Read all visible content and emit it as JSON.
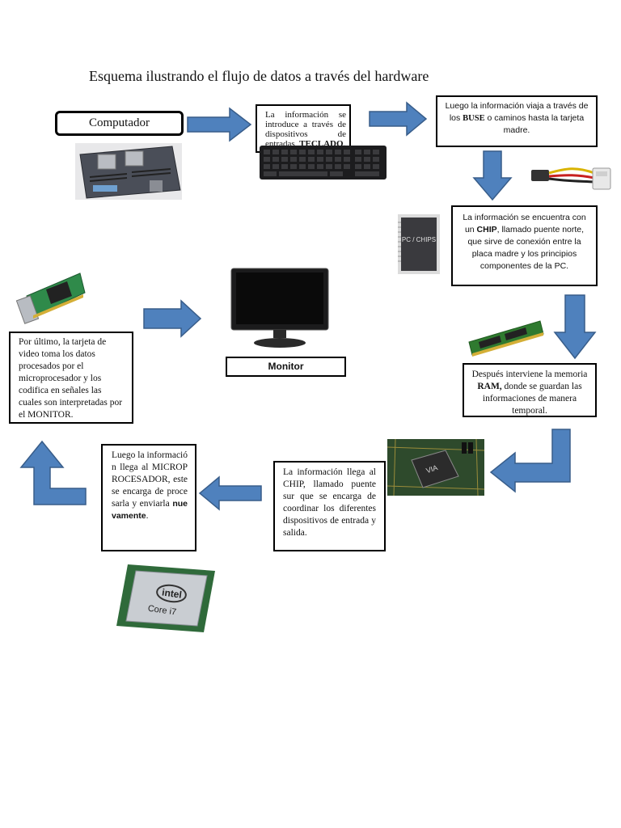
{
  "title": "Esquema ilustrando el flujo de datos a través del hardware",
  "nodes": {
    "computador": {
      "label": "Computador"
    },
    "teclado": {
      "text_pre": "La información se introduce a través de dispositivos de entradas, ",
      "text_bold": "TECLADO",
      "text_post": "."
    },
    "buses": {
      "text_pre": "Luego la información viaja a través de los ",
      "text_bold": "BUSE",
      "text_post": " o caminos hasta la tarjeta madre."
    },
    "puente_norte": {
      "text_pre": "La información se encuentra con un ",
      "text_bold": "CHIP",
      "text_post": ", llamado puente norte, que sirve de conexión entre la placa madre y los principios componentes de la PC."
    },
    "ram": {
      "text_pre": "Después interviene la memoria ",
      "text_bold": "RAM,",
      "text_post": " donde se guardan las informaciones de manera temporal."
    },
    "puente_sur": {
      "text_pre": "La información llega al CHIP, llamado puente sur que se encarga de coordinar los diferentes dispositivos de entrada y salida."
    },
    "microprocesador": {
      "text_pre": "Luego la información llega al MICROPROCESADOR, este se encarga de procesarla y enviarla ",
      "text_bold": "nuevamente",
      "text_post": "."
    },
    "video": {
      "text_pre": "Por último, la tarjeta de video toma los datos procesados por el microprocesador y los codifica en señales las cuales son interpretadas por el MONITOR."
    },
    "monitor": {
      "label": "Monitor"
    }
  },
  "images": {
    "cpu_label_brand": "intel",
    "cpu_label_model": "Core i7",
    "chip_label": "PC / CHIPS"
  },
  "colors": {
    "arrow_fill": "#4f81bd",
    "arrow_stroke": "#385d8a",
    "box_border": "#000000"
  }
}
